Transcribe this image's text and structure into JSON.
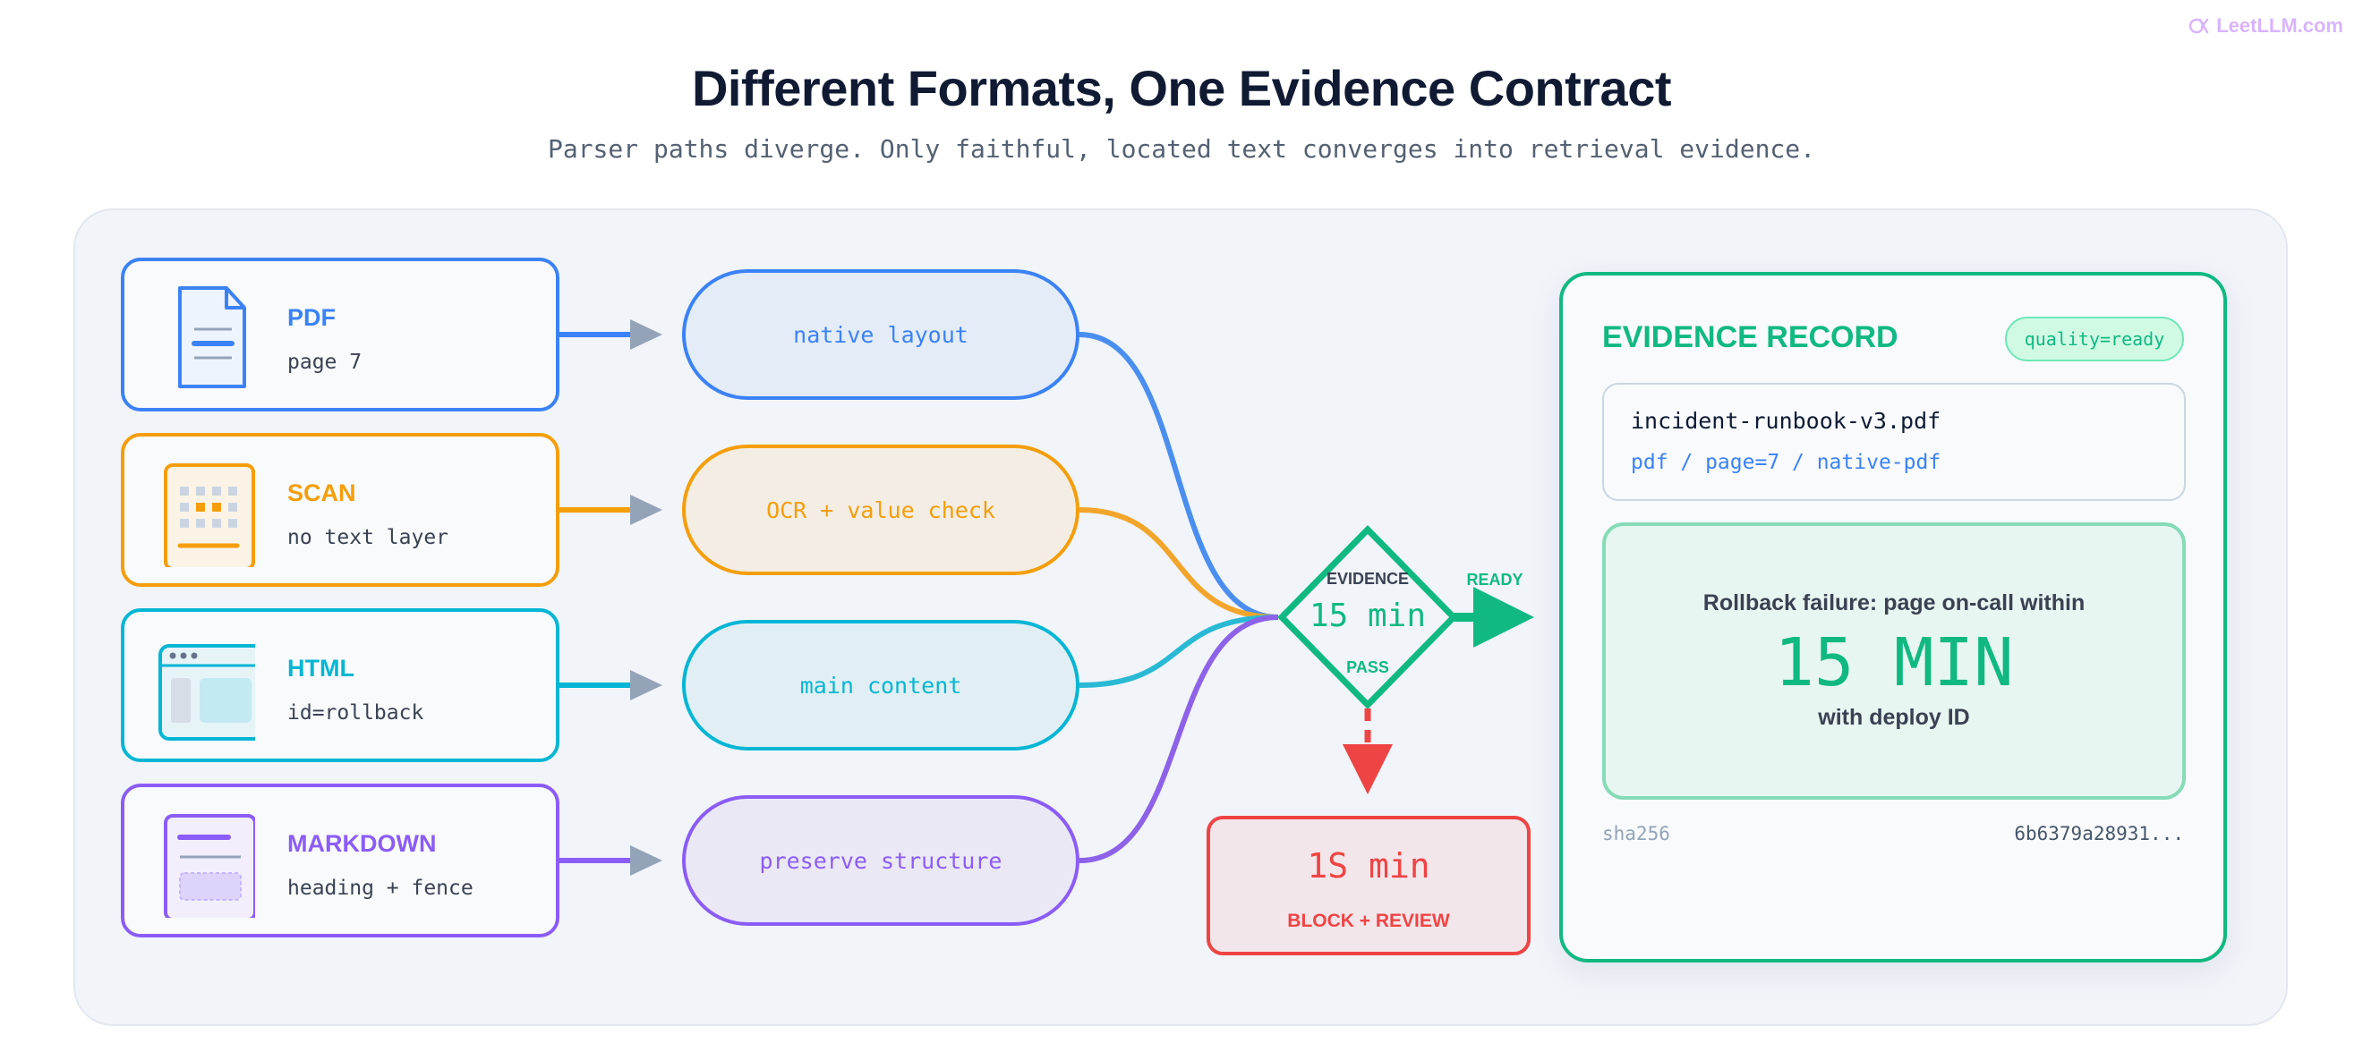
{
  "brand": {
    "name": "LeetLLM.com"
  },
  "header": {
    "title": "Different Formats, One Evidence Contract",
    "subtitle": "Parser paths diverge. Only faithful, located text converges into retrieval evidence."
  },
  "sources": [
    {
      "title": "PDF",
      "detail": "page 7",
      "color": "#3b82f6",
      "icon": "document-icon"
    },
    {
      "title": "SCAN",
      "detail": "no text layer",
      "color": "#f59e0b",
      "icon": "scan-icon"
    },
    {
      "title": "HTML",
      "detail": "id=rollback",
      "color": "#06b6d4",
      "icon": "browser-window-icon"
    },
    {
      "title": "MARKDOWN",
      "detail": "heading + fence",
      "color": "#8b5cf6",
      "icon": "markdown-doc-icon"
    }
  ],
  "parsers": [
    {
      "label": "native layout",
      "color": "#3b82f6",
      "fill": "#e4ecf8"
    },
    {
      "label": "OCR + value check",
      "color": "#f59e0b",
      "fill": "#f3ede3"
    },
    {
      "label": "main content",
      "color": "#06b6d4",
      "fill": "#e1eff4"
    },
    {
      "label": "preserve structure",
      "color": "#8b5cf6",
      "fill": "#ebe8f6"
    }
  ],
  "gate": {
    "top_label": "EVIDENCE",
    "value": "15 min",
    "bottom_label": "PASS",
    "ready_label": "READY",
    "color": "#10b981"
  },
  "rejected": {
    "value": "1S min",
    "label": "BLOCK + REVIEW",
    "color": "#ef4444"
  },
  "record": {
    "title": "EVIDENCE RECORD",
    "badge": "quality=ready",
    "file_name": "incident-runbook-v3.pdf",
    "file_meta": "pdf / page=7 / native-pdf",
    "claim_top": "Rollback failure: page on-call within",
    "claim_value": "15 MIN",
    "claim_bottom": "with deploy ID",
    "hash_label": "sha256",
    "hash_value": "6b6379a28931..."
  }
}
